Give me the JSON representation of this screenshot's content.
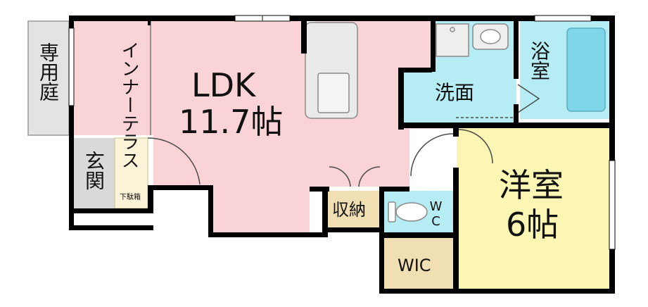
{
  "floor_plan": {
    "rooms": {
      "ldk": {
        "name": "LDK",
        "size": "11.7帖"
      },
      "western_room": {
        "name": "洋室",
        "size": "6帖"
      },
      "private_garden": {
        "name": "専用庭"
      },
      "inner_terrace": {
        "name": "インナーテラス"
      },
      "entrance": {
        "name": "玄関"
      },
      "shoe_box": {
        "name": "下駄箱"
      },
      "washroom": {
        "name": "洗面"
      },
      "bathroom": {
        "name": "浴室"
      },
      "storage": {
        "name": "収納"
      },
      "toilet": {
        "name": "WC"
      },
      "walk_in_closet": {
        "name": "WIC"
      }
    },
    "colors": {
      "ldk": "#f9d3d6",
      "western_room": "#fbf6b4",
      "wet_area": "#b6ecf4",
      "closet": "#f1dfb4",
      "entrance": "#d9d9d9",
      "garden": "#e3e3e3",
      "shoe_box": "#fbf3d8",
      "wall": "#000000"
    }
  }
}
